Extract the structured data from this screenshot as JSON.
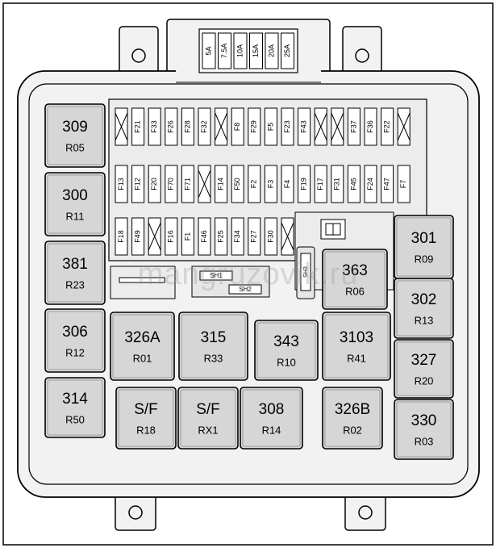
{
  "colors": {
    "line": "#000000",
    "box_fill": "#f2f2f2",
    "relay_fill": "#d6d6d6",
    "relay_dark_fill": "#cfcfcf",
    "fuse_fill": "#ffffff",
    "page": "#ffffff"
  },
  "spare_fuses": [
    "5A",
    "7.5A",
    "10A",
    "15A",
    "20A",
    "25A"
  ],
  "fuse_rows": [
    [
      "X",
      "F21",
      "F33",
      "F26",
      "F28",
      "F32",
      "X",
      "F8",
      "F29",
      "F5",
      "F23",
      "F43",
      "X",
      "X",
      "F37",
      "F36",
      "F22",
      "X"
    ],
    [
      "F13",
      "F12",
      "F20",
      "F70",
      "F71",
      "X",
      "F14",
      "F50",
      "F2",
      "F3",
      "F4",
      "F19",
      "F17",
      "F31",
      "F45",
      "F24",
      "F47",
      "F7"
    ],
    [
      "F18",
      "F49",
      "X",
      "F16",
      "F1",
      "F46",
      "F25",
      "F34",
      "F27",
      "F30",
      "X"
    ]
  ],
  "shunts": [
    "SH1",
    "SH2"
  ],
  "small_fuse": "SH3",
  "relays": [
    {
      "id": "309",
      "label": "R05"
    },
    {
      "id": "300",
      "label": "R11"
    },
    {
      "id": "381",
      "label": "R23"
    },
    {
      "id": "306",
      "label": "R12"
    },
    {
      "id": "314",
      "label": "R50"
    },
    {
      "id": "326A",
      "label": "R01"
    },
    {
      "id": "315",
      "label": "R33"
    },
    {
      "id": "343",
      "label": "R10"
    },
    {
      "id": "3103",
      "label": "R41"
    },
    {
      "id": "363",
      "label": "R06"
    },
    {
      "id": "301",
      "label": "R09"
    },
    {
      "id": "302",
      "label": "R13"
    },
    {
      "id": "327",
      "label": "R20"
    },
    {
      "id": "330",
      "label": "R03"
    },
    {
      "id": "S/F",
      "label": "R18"
    },
    {
      "id": "S/F",
      "label": "RX1"
    },
    {
      "id": "308",
      "label": "R14"
    },
    {
      "id": "326B",
      "label": "R02"
    }
  ],
  "watermark": "mangruzovik.ru"
}
